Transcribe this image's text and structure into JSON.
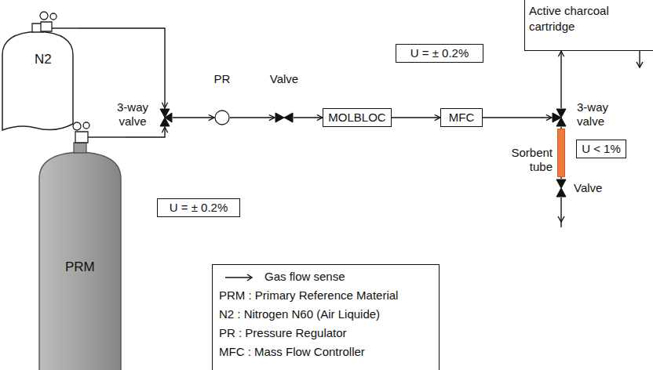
{
  "diagram": {
    "nodes": [
      {
        "text": [
          "N2"
        ]
      },
      {
        "text": [
          "3-way valve"
        ]
      },
      {
        "text": [
          "PR"
        ]
      },
      {
        "text": [
          "Valve"
        ]
      },
      {
        "text": [
          "MOLBLOC"
        ]
      },
      {
        "text": [
          "U = ± 0.2%"
        ]
      },
      {
        "text": [
          "MFC"
        ]
      },
      {
        "text": [
          "Active charcoal cartridge"
        ]
      },
      {
        "text": [
          "3-way valve"
        ]
      },
      {
        "text": [
          "Sorbent tube"
        ]
      },
      {
        "text": [
          "U < 1%"
        ]
      },
      {
        "text": [
          "Valve"
        ]
      },
      {
        "text": [
          "U = ± 0.2%"
        ]
      },
      {
        "text": [
          "PRM"
        ]
      }
    ],
    "edges": [
      {
        "from": 0,
        "to": 1,
        "arrow": "to"
      },
      {
        "from": 13,
        "to": 1,
        "arrow": "to"
      },
      {
        "from": 1,
        "to": 2,
        "arrow": "to"
      },
      {
        "from": 2,
        "to": 3,
        "arrow": "to"
      },
      {
        "from": 3,
        "to": 4,
        "arrow": "to"
      },
      {
        "from": 4,
        "to": 6,
        "arrow": "to"
      },
      {
        "from": 6,
        "to": 8,
        "arrow": "to"
      },
      {
        "from": 8,
        "to": 7,
        "arrow": "to"
      },
      {
        "from": 8,
        "to": 9,
        "arrow": "none"
      },
      {
        "from": 9,
        "to": 11,
        "arrow": "none"
      }
    ],
    "legend": [
      {
        "text": "Gas flow sense"
      },
      {
        "text": "PRM : Primary Reference Material"
      },
      {
        "text": "N2 : Nitrogen N60 (Air Liquide)"
      },
      {
        "text": "PR : Pressure Regulator"
      },
      {
        "text": "MFC : Mass Flow Controller"
      }
    ]
  }
}
